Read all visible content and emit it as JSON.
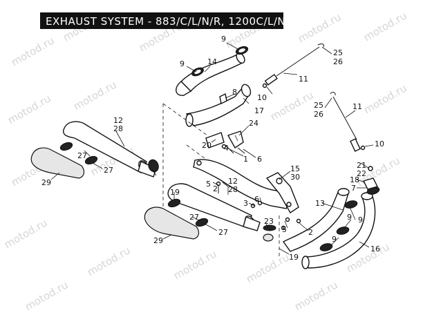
{
  "title": "EXHAUST SYSTEM - 883/C/L/N/R, 1200C/L/N",
  "watermark": "motod.ru",
  "callouts": {
    "c9a": "9",
    "c9b": "9",
    "c14": "14",
    "c25a": "25",
    "c26a": "26",
    "c11a": "11",
    "c8": "8",
    "c10a": "10",
    "c17": "17",
    "c25b": "25",
    "c26b": "26",
    "c11b": "11",
    "c12a": "12",
    "c28a": "28",
    "c24": "24",
    "c20": "20",
    "c4": "4",
    "c1": "1",
    "c6a": "6",
    "c10b": "10",
    "c21": "21",
    "c22": "22",
    "c27a": "27",
    "c27b": "27",
    "c29a": "29",
    "c15": "15",
    "c30": "30",
    "c18": "18",
    "c7": "7",
    "c5a": "5",
    "c2a": "2",
    "c12b": "12",
    "c28b": "28",
    "c19a": "19",
    "c3": "3",
    "c6b": "6",
    "c13": "13",
    "c9c": "9",
    "c9d": "9",
    "c27c": "27",
    "c27d": "27",
    "c23": "23",
    "c5b": "5",
    "c2b": "2",
    "c29b": "29",
    "c9e": "9",
    "c19b": "19",
    "c16": "16"
  }
}
